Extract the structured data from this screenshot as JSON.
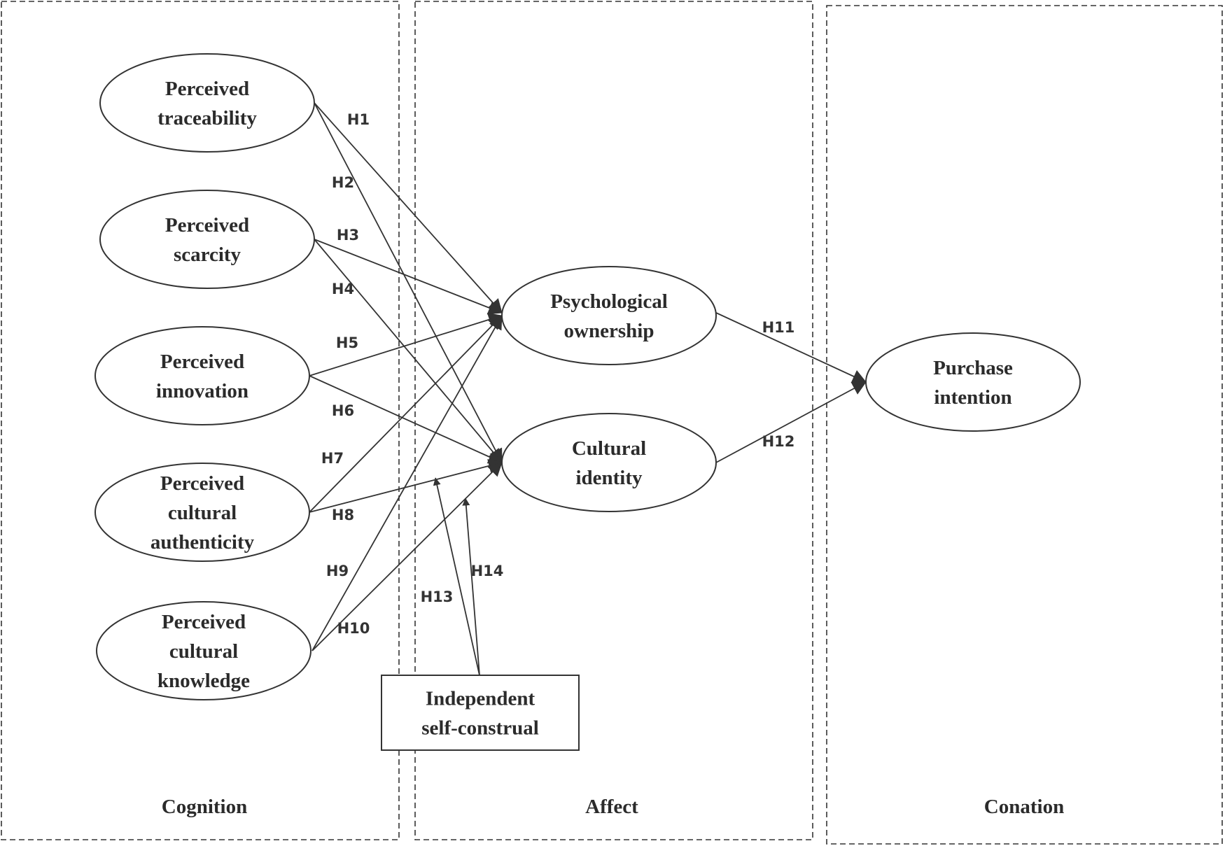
{
  "regions": [
    {
      "id": "cognition",
      "label": "Cognition"
    },
    {
      "id": "affect",
      "label": "Affect"
    },
    {
      "id": "conation",
      "label": "Conation"
    }
  ],
  "nodes": [
    {
      "id": "traceability",
      "shape": "ellipse",
      "lines": [
        "Perceived",
        "traceability"
      ]
    },
    {
      "id": "scarcity",
      "shape": "ellipse",
      "lines": [
        "Perceived",
        "scarcity"
      ]
    },
    {
      "id": "innovation",
      "shape": "ellipse",
      "lines": [
        "Perceived",
        "innovation"
      ]
    },
    {
      "id": "authenticity",
      "shape": "ellipse",
      "lines": [
        "Perceived",
        "cultural",
        "authenticity"
      ]
    },
    {
      "id": "knowledge",
      "shape": "ellipse",
      "lines": [
        "Perceived",
        "cultural",
        "knowledge"
      ]
    },
    {
      "id": "ownership",
      "shape": "ellipse",
      "lines": [
        "Psychological",
        "ownership"
      ]
    },
    {
      "id": "identity",
      "shape": "ellipse",
      "lines": [
        "Cultural",
        "identity"
      ]
    },
    {
      "id": "purchase",
      "shape": "ellipse",
      "lines": [
        "Purchase",
        "intention"
      ]
    },
    {
      "id": "selfconstrual",
      "shape": "rect",
      "lines": [
        "Independent",
        "self-construal"
      ]
    }
  ],
  "edges": [
    {
      "from": "traceability",
      "to": "ownership",
      "label": "H1"
    },
    {
      "from": "traceability",
      "to": "identity",
      "label": "H2"
    },
    {
      "from": "scarcity",
      "to": "ownership",
      "label": "H3"
    },
    {
      "from": "scarcity",
      "to": "identity",
      "label": "H4"
    },
    {
      "from": "innovation",
      "to": "ownership",
      "label": "H5"
    },
    {
      "from": "innovation",
      "to": "identity",
      "label": "H6"
    },
    {
      "from": "authenticity",
      "to": "ownership",
      "label": "H7"
    },
    {
      "from": "authenticity",
      "to": "identity",
      "label": "H8"
    },
    {
      "from": "knowledge",
      "to": "ownership",
      "label": "H9"
    },
    {
      "from": "knowledge",
      "to": "identity",
      "label": "H10"
    },
    {
      "from": "ownership",
      "to": "purchase",
      "label": "H11"
    },
    {
      "from": "identity",
      "to": "purchase",
      "label": "H12"
    },
    {
      "from": "selfconstrual",
      "to": "edge-moderation-a",
      "label": "H13"
    },
    {
      "from": "selfconstrual",
      "to": "edge-moderation-b",
      "label": "H14"
    }
  ]
}
